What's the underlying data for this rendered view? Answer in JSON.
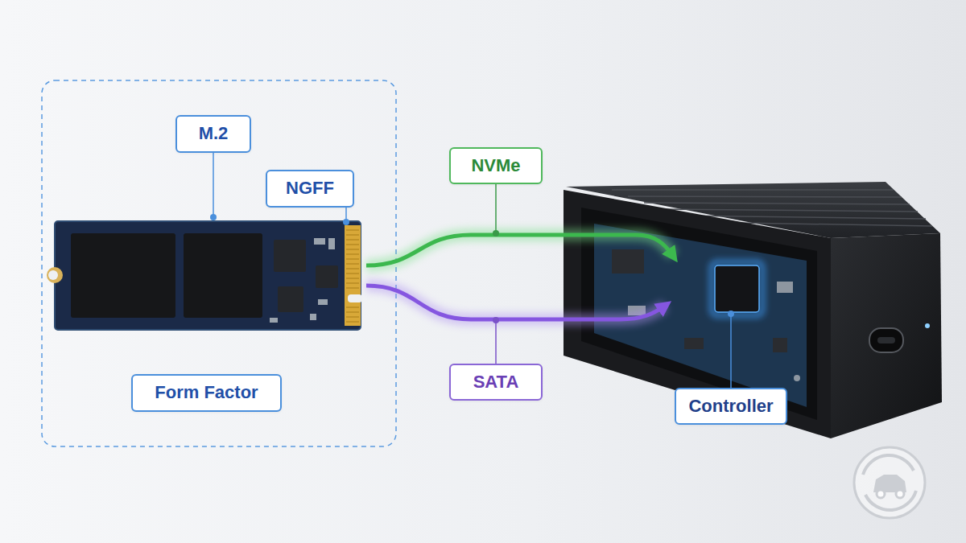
{
  "diagram": {
    "nodes": [
      {
        "text": [
          "M.2"
        ]
      },
      {
        "text": [
          "NGFF"
        ]
      },
      {
        "text": [
          "Form Factor"
        ]
      },
      {
        "text": [
          "NVMe"
        ]
      },
      {
        "text": [
          "SATA"
        ]
      },
      {
        "text": [
          "Controller"
        ]
      }
    ]
  }
}
